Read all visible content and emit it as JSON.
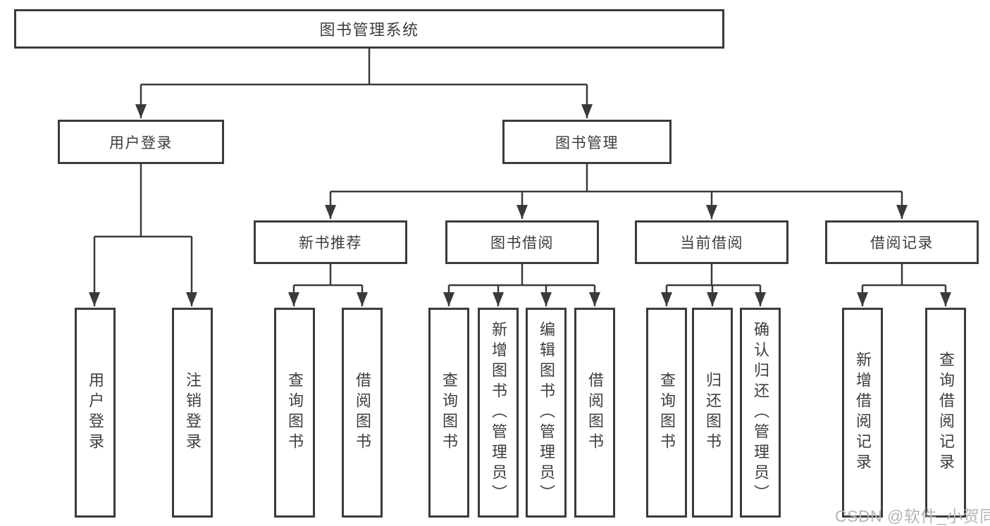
{
  "diagram": {
    "root": {
      "label": "图书管理系统"
    },
    "branches": [
      {
        "label": "用户登录",
        "children": [
          {
            "label": "用户登录"
          },
          {
            "label": "注销登录"
          }
        ]
      },
      {
        "label": "图书管理",
        "sections": [
          {
            "label": "新书推荐",
            "children": [
              {
                "label": "查询图书"
              },
              {
                "label": "借阅图书"
              }
            ]
          },
          {
            "label": "图书借阅",
            "children": [
              {
                "label": "查询图书"
              },
              {
                "label": "新增图书（管理员）"
              },
              {
                "label": "编辑图书（管理员）"
              },
              {
                "label": "借阅图书"
              }
            ]
          },
          {
            "label": "当前借阅",
            "children": [
              {
                "label": "查询图书"
              },
              {
                "label": "归还图书"
              },
              {
                "label": "确认归还（管理员）"
              }
            ]
          },
          {
            "label": "借阅记录",
            "children": [
              {
                "label": "新增借阅记录"
              },
              {
                "label": "查询借阅记录"
              }
            ]
          }
        ]
      }
    ]
  },
  "watermark": {
    "text": "CSDN @软件_小贺同学"
  },
  "colors": {
    "line": "#3a3a3a",
    "box_border": "#3b3b3b",
    "text": "#3d3d3d",
    "background": "#ffffff",
    "watermark": "#b5b5b5"
  }
}
